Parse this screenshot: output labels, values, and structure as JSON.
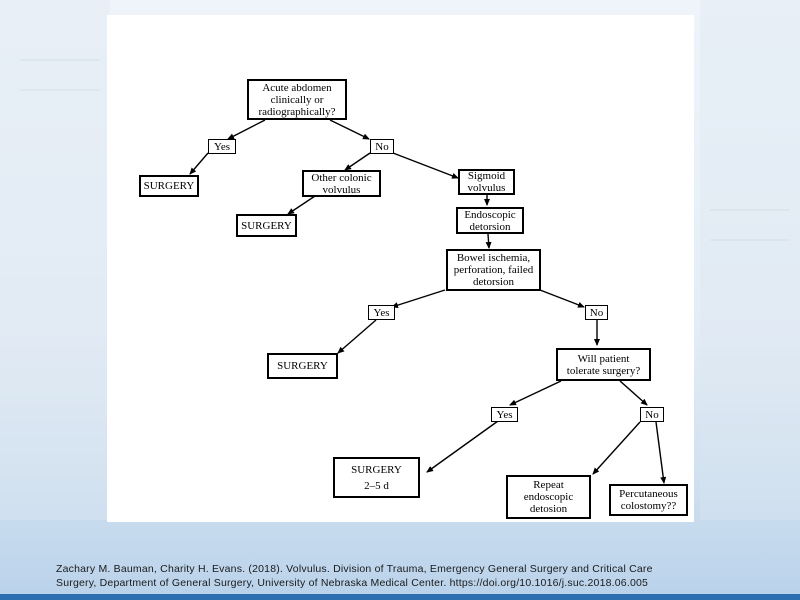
{
  "flowchart": {
    "nodes": {
      "acute": [
        "Acute abdomen",
        "clinically or",
        "radiographically?"
      ],
      "yes1": [
        "Yes"
      ],
      "no1": [
        "No"
      ],
      "surgery1": [
        "SURGERY"
      ],
      "other_colonic": [
        "Other colonic",
        "volvulus"
      ],
      "sigmoid": [
        "Sigmoid",
        "volvulus"
      ],
      "surgery2": [
        "SURGERY"
      ],
      "endoscopic": [
        "Endoscopic",
        "detorsion"
      ],
      "ischemia": [
        "Bowel ischemia,",
        "perforation, failed",
        "detorsion"
      ],
      "yes2": [
        "Yes"
      ],
      "no2": [
        "No"
      ],
      "surgery3": [
        "SURGERY"
      ],
      "tolerate": [
        "Will patient",
        "tolerate surgery?"
      ],
      "yes3": [
        "Yes"
      ],
      "no3": [
        "No"
      ],
      "surgery4": [
        "SURGERY",
        "2–5 d"
      ],
      "repeat": [
        "Repeat",
        "endoscopic",
        "detosion"
      ],
      "colostomy": [
        "Percutaneous",
        "colostomy??"
      ]
    }
  },
  "citation": {
    "line1": "Zachary M. Bauman, Charity H. Evans. (2018). Volvulus. Division of Trauma, Emergency General Surgery and Critical Care",
    "line2": "Surgery, Department of General Surgery, University of Nebraska Medical Center. https://doi.org/10.1016/j.suc.2018.06.005"
  }
}
